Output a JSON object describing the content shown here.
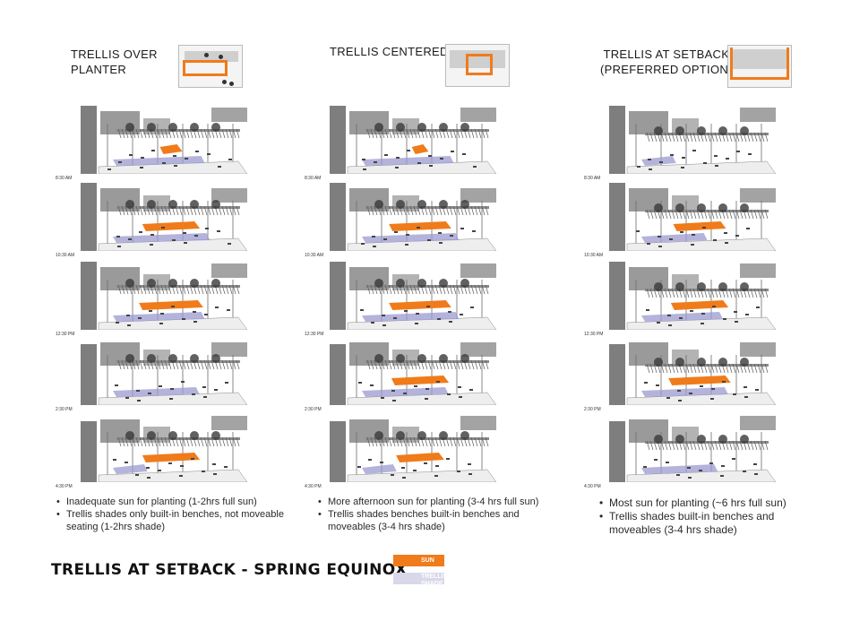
{
  "options": [
    {
      "title_lines": [
        "TRELLIS OVER",
        "PLANTER"
      ],
      "bullets": [
        "Inadequate sun for planting (1-2hrs full sun)",
        "Trellis shades only built-in benches, not moveable seating (1-2hrs shade)"
      ],
      "sun_fraction": [
        0.18,
        0.55,
        0.62,
        0.0,
        0.55
      ],
      "shade_fraction": [
        0.85,
        0.9,
        0.85,
        0.8,
        0.3
      ]
    },
    {
      "title_lines": [
        "TRELLIS CENTERED"
      ],
      "bullets": [
        "More afternoon sun for planting (3-4 hrs full sun)",
        "Trellis shades benches built-in benches and moveables (3-4 hrs shade)"
      ],
      "sun_fraction": [
        0.12,
        0.6,
        0.6,
        0.55,
        0.45
      ],
      "shade_fraction": [
        0.85,
        0.9,
        0.9,
        0.8,
        0.3
      ]
    },
    {
      "title_lines": [
        "TRELLIS AT SETBACK",
        "(PREFERRED OPTION)"
      ],
      "bullets": [
        "Most sun for planting (~6 hrs full sun)",
        "Trellis shades built-in benches and moveables (3-4 hrs shade)"
      ],
      "sun_fraction": [
        0.0,
        0.5,
        0.55,
        0.6,
        0.0
      ],
      "shade_fraction": [
        0.3,
        0.6,
        0.75,
        0.8,
        0.7
      ]
    }
  ],
  "time_labels": [
    "8:30 AM",
    "10:30 AM",
    "12:30 PM",
    "2:30 PM",
    "4:30 PM"
  ],
  "footer": {
    "title": "TRELLIS AT SETBACK - SPRING EQUINOX",
    "legend": [
      {
        "label": "SUN",
        "color": "#f07b1a"
      },
      {
        "label": "TRELLIS SHADE",
        "color": "#c9c9e0"
      }
    ]
  },
  "colors": {
    "sun": "#f07b1a",
    "shade": "#9a9ad0",
    "structure": "#8a8a8a"
  }
}
